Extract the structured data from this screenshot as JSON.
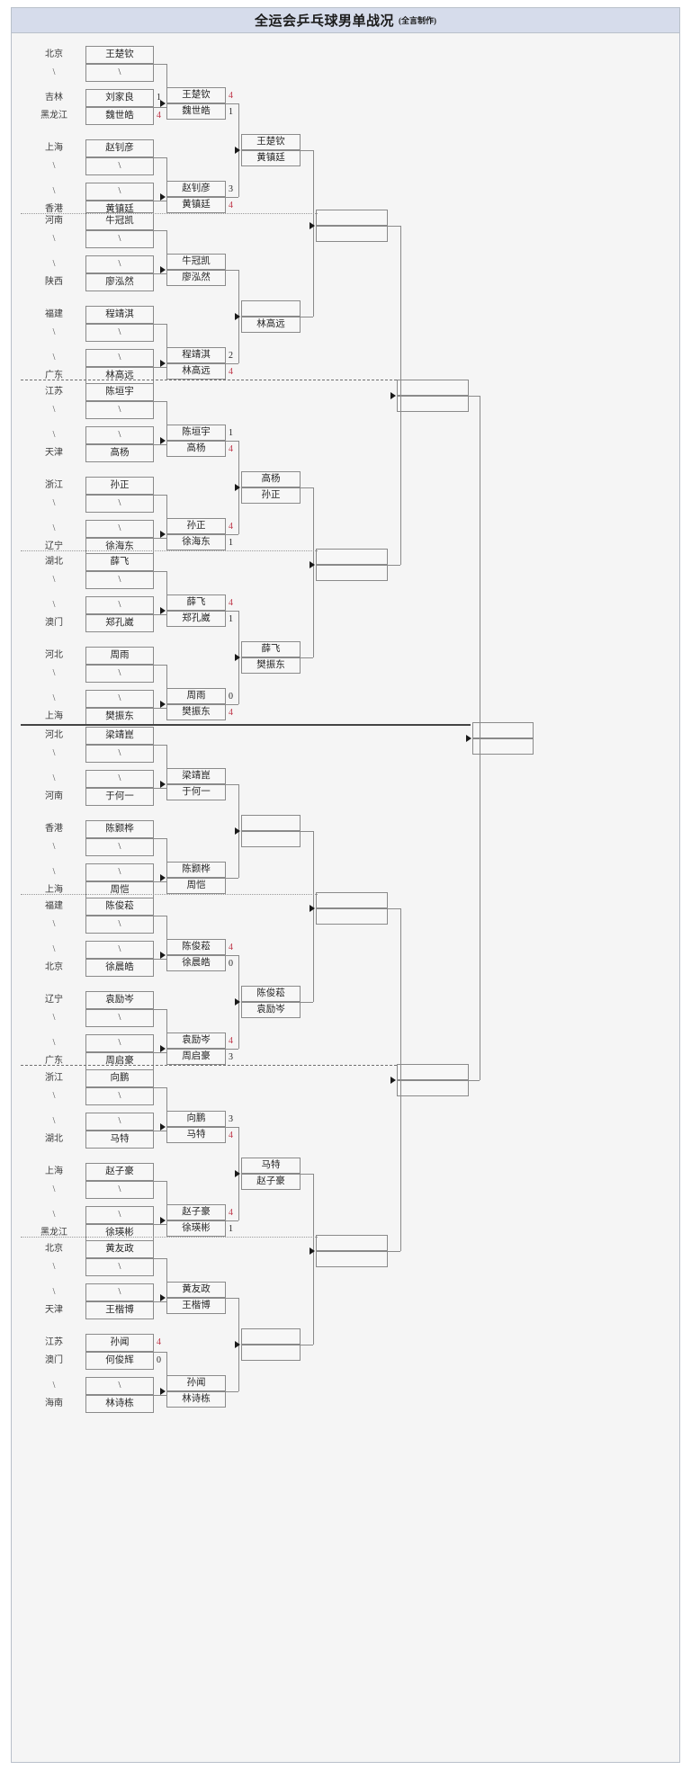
{
  "header": {
    "title": "全运会乒乓球男单战况",
    "subtitle": "(全言制作)"
  },
  "labels": {
    "bye": "\\",
    "empty": ""
  },
  "chart_data": {
    "type": "table",
    "title": "全运会乒乓球男单战况",
    "note": "Single-elimination bracket; blank cells are matches not yet played",
    "groups": [
      {
        "id": "g1",
        "round1": [
          {
            "province": "北京",
            "player": "王楚钦"
          },
          {
            "province": "\\",
            "player": "\\"
          },
          {
            "province": "吉林",
            "player": "刘家良",
            "score": "1"
          },
          {
            "province": "黑龙江",
            "player": "魏世皓",
            "score": "4"
          },
          {
            "province": "上海",
            "player": "赵钊彦"
          },
          {
            "province": "\\",
            "player": "\\"
          },
          {
            "province": "\\",
            "player": "\\"
          },
          {
            "province": "香港",
            "player": "黄镇廷"
          }
        ],
        "round2": [
          {
            "top": "王楚钦",
            "top_score": "4",
            "bottom": "魏世皓",
            "bottom_score": "1"
          },
          {
            "top": "赵钊彦",
            "top_score": "3",
            "bottom": "黄镇廷",
            "bottom_score": "4"
          }
        ],
        "round3": [
          {
            "top": "王楚钦",
            "bottom": "黄镇廷"
          }
        ]
      },
      {
        "id": "g2",
        "round1": [
          {
            "province": "河南",
            "player": "牛冠凯"
          },
          {
            "province": "\\",
            "player": "\\"
          },
          {
            "province": "\\",
            "player": "\\"
          },
          {
            "province": "陕西",
            "player": "廖泓然"
          },
          {
            "province": "福建",
            "player": "程靖淇"
          },
          {
            "province": "\\",
            "player": "\\"
          },
          {
            "province": "\\",
            "player": "\\"
          },
          {
            "province": "广东",
            "player": "林高远"
          }
        ],
        "round2": [
          {
            "top": "牛冠凯",
            "bottom": "廖泓然"
          },
          {
            "top": "程靖淇",
            "top_score": "2",
            "bottom": "林高远",
            "bottom_score": "4"
          }
        ],
        "round3": [
          {
            "top": "",
            "bottom": "林高远"
          }
        ]
      },
      {
        "id": "g3",
        "round1": [
          {
            "province": "江苏",
            "player": "陈垣宇"
          },
          {
            "province": "\\",
            "player": "\\"
          },
          {
            "province": "\\",
            "player": "\\"
          },
          {
            "province": "天津",
            "player": "高杨"
          },
          {
            "province": "浙江",
            "player": "孙正"
          },
          {
            "province": "\\",
            "player": "\\"
          },
          {
            "province": "\\",
            "player": "\\"
          },
          {
            "province": "辽宁",
            "player": "徐海东"
          }
        ],
        "round2": [
          {
            "top": "陈垣宇",
            "top_score": "1",
            "bottom": "高杨",
            "bottom_score": "4"
          },
          {
            "top": "孙正",
            "top_score": "4",
            "bottom": "徐海东",
            "bottom_score": "1"
          }
        ],
        "round3": [
          {
            "top": "高杨",
            "bottom": "孙正"
          }
        ]
      },
      {
        "id": "g4",
        "round1": [
          {
            "province": "湖北",
            "player": "薛飞"
          },
          {
            "province": "\\",
            "player": "\\"
          },
          {
            "province": "\\",
            "player": "\\"
          },
          {
            "province": "澳门",
            "player": "郑孔崴"
          },
          {
            "province": "河北",
            "player": "周雨"
          },
          {
            "province": "\\",
            "player": "\\"
          },
          {
            "province": "\\",
            "player": "\\"
          },
          {
            "province": "上海",
            "player": "樊振东"
          }
        ],
        "round2": [
          {
            "top": "薛飞",
            "top_score": "4",
            "bottom": "郑孔崴",
            "bottom_score": "1"
          },
          {
            "top": "周雨",
            "top_score": "0",
            "bottom": "樊振东",
            "bottom_score": "4"
          }
        ],
        "round3": [
          {
            "top": "薛飞",
            "bottom": "樊振东"
          }
        ]
      },
      {
        "id": "g5",
        "round1": [
          {
            "province": "河北",
            "player": "梁靖崑"
          },
          {
            "province": "\\",
            "player": "\\"
          },
          {
            "province": "\\",
            "player": "\\"
          },
          {
            "province": "河南",
            "player": "于何一"
          },
          {
            "province": "香港",
            "player": "陈颢桦"
          },
          {
            "province": "\\",
            "player": "\\"
          },
          {
            "province": "\\",
            "player": "\\"
          },
          {
            "province": "上海",
            "player": "周恺"
          }
        ],
        "round2": [
          {
            "top": "梁靖崑",
            "bottom": "于何一"
          },
          {
            "top": "陈颢桦",
            "bottom": "周恺"
          }
        ],
        "round3": [
          {
            "top": "",
            "bottom": ""
          }
        ]
      },
      {
        "id": "g6",
        "round1": [
          {
            "province": "福建",
            "player": "陈俊菘"
          },
          {
            "province": "\\",
            "player": "\\"
          },
          {
            "province": "\\",
            "player": "\\"
          },
          {
            "province": "北京",
            "player": "徐晨皓"
          },
          {
            "province": "辽宁",
            "player": "袁励岑"
          },
          {
            "province": "\\",
            "player": "\\"
          },
          {
            "province": "\\",
            "player": "\\"
          },
          {
            "province": "广东",
            "player": "周启豪"
          }
        ],
        "round2": [
          {
            "top": "陈俊菘",
            "top_score": "4",
            "bottom": "徐晨皓",
            "bottom_score": "0"
          },
          {
            "top": "袁励岑",
            "top_score": "4",
            "bottom": "周启豪",
            "bottom_score": "3"
          }
        ],
        "round3": [
          {
            "top": "陈俊菘",
            "bottom": "袁励岑"
          }
        ]
      },
      {
        "id": "g7",
        "round1": [
          {
            "province": "浙江",
            "player": "向鹏"
          },
          {
            "province": "\\",
            "player": "\\"
          },
          {
            "province": "\\",
            "player": "\\"
          },
          {
            "province": "湖北",
            "player": "马特"
          },
          {
            "province": "上海",
            "player": "赵子豪"
          },
          {
            "province": "\\",
            "player": "\\"
          },
          {
            "province": "\\",
            "player": "\\"
          },
          {
            "province": "黑龙江",
            "player": "徐瑛彬"
          }
        ],
        "round2": [
          {
            "top": "向鹏",
            "top_score": "3",
            "bottom": "马特",
            "bottom_score": "4"
          },
          {
            "top": "赵子豪",
            "top_score": "4",
            "bottom": "徐瑛彬",
            "bottom_score": "1"
          }
        ],
        "round3": [
          {
            "top": "马特",
            "bottom": "赵子豪"
          }
        ]
      },
      {
        "id": "g8",
        "round1": [
          {
            "province": "北京",
            "player": "黄友政"
          },
          {
            "province": "\\",
            "player": "\\"
          },
          {
            "province": "\\",
            "player": "\\"
          },
          {
            "province": "天津",
            "player": "王楷博"
          },
          {
            "province": "江苏",
            "player": "孙闻",
            "score": "4"
          },
          {
            "province": "澳门",
            "player": "何俊辉",
            "score": "0"
          },
          {
            "province": "\\",
            "player": "\\"
          },
          {
            "province": "海南",
            "player": "林诗栋"
          }
        ],
        "round2": [
          {
            "top": "黄友政",
            "bottom": "王楷博"
          },
          {
            "top": "孙闻",
            "bottom": "林诗栋"
          }
        ],
        "round3": [
          {
            "top": "",
            "bottom": ""
          }
        ]
      }
    ],
    "round4": [
      {
        "id": "q1",
        "top": "",
        "bottom": ""
      },
      {
        "id": "q2",
        "top": "",
        "bottom": ""
      },
      {
        "id": "q3",
        "top": "",
        "bottom": ""
      },
      {
        "id": "q4",
        "top": "",
        "bottom": ""
      }
    ],
    "round5": [
      {
        "id": "s1",
        "top": "",
        "bottom": ""
      },
      {
        "id": "s2",
        "top": "",
        "bottom": ""
      }
    ],
    "final": {
      "id": "f1",
      "top": "",
      "bottom": ""
    }
  }
}
